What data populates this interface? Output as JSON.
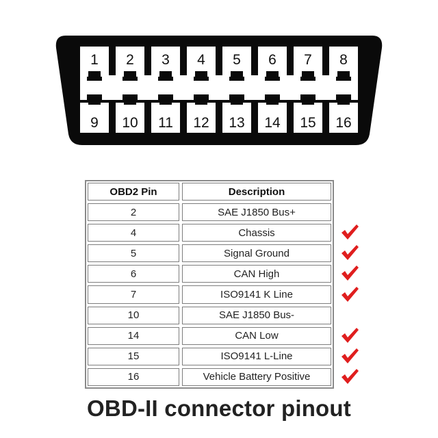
{
  "connector": {
    "top_pins": [
      "1",
      "2",
      "3",
      "4",
      "5",
      "6",
      "7",
      "8"
    ],
    "bottom_pins": [
      "9",
      "10",
      "11",
      "12",
      "13",
      "14",
      "15",
      "16"
    ]
  },
  "table": {
    "headers": [
      "OBD2 Pin",
      "Description"
    ],
    "rows": [
      {
        "pin": "2",
        "description": "SAE J1850 Bus+",
        "checked": false
      },
      {
        "pin": "4",
        "description": "Chassis",
        "checked": true
      },
      {
        "pin": "5",
        "description": "Signal Ground",
        "checked": true
      },
      {
        "pin": "6",
        "description": "CAN High",
        "checked": true
      },
      {
        "pin": "7",
        "description": "ISO9141 K Line",
        "checked": true
      },
      {
        "pin": "10",
        "description": "SAE J1850 Bus-",
        "checked": false
      },
      {
        "pin": "14",
        "description": "CAN Low",
        "checked": true
      },
      {
        "pin": "15",
        "description": "ISO9141 L-Line",
        "checked": true
      },
      {
        "pin": "16",
        "description": "Vehicle Battery Positive",
        "checked": true
      }
    ]
  },
  "check_icon": "checkmark-icon",
  "colors": {
    "connector_fill": "#0a0a0a",
    "check": "#e01e1e",
    "text": "#222222"
  },
  "caption": "OBD-II connector pinout"
}
